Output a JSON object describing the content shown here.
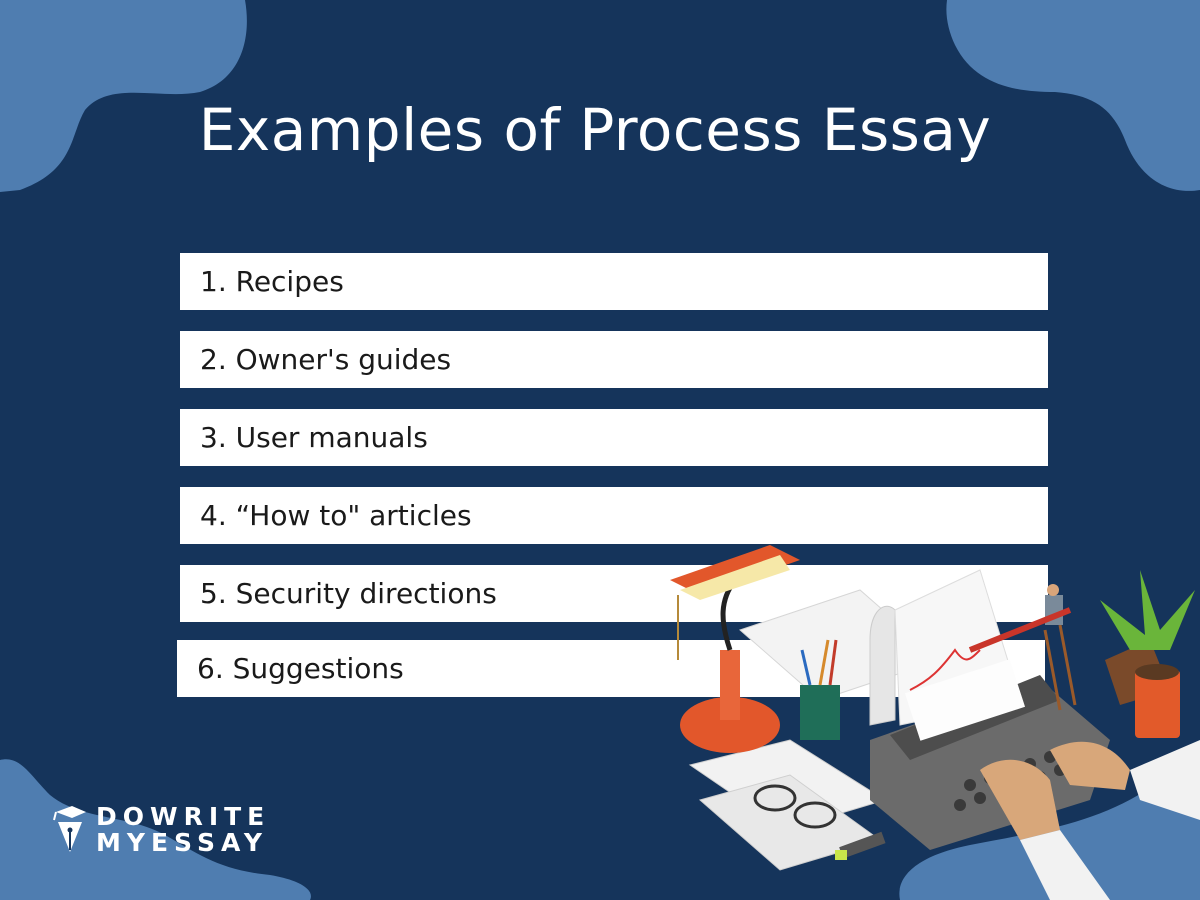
{
  "title": "Examples of Process Essay",
  "items": [
    {
      "label": "1. Recipes"
    },
    {
      "label": "2. Owner's guides"
    },
    {
      "label": "3.  User manuals"
    },
    {
      "label": "4. “How to\" articles"
    },
    {
      "label": "5. Security directions"
    },
    {
      "label": "6. Suggestions"
    }
  ],
  "brand": {
    "line1": "DOWRITE",
    "line2": "MYESSAY"
  },
  "colors": {
    "background": "#15345b",
    "accent": "#4f7db0",
    "box": "#ffffff",
    "text": "#1a1a1a"
  }
}
